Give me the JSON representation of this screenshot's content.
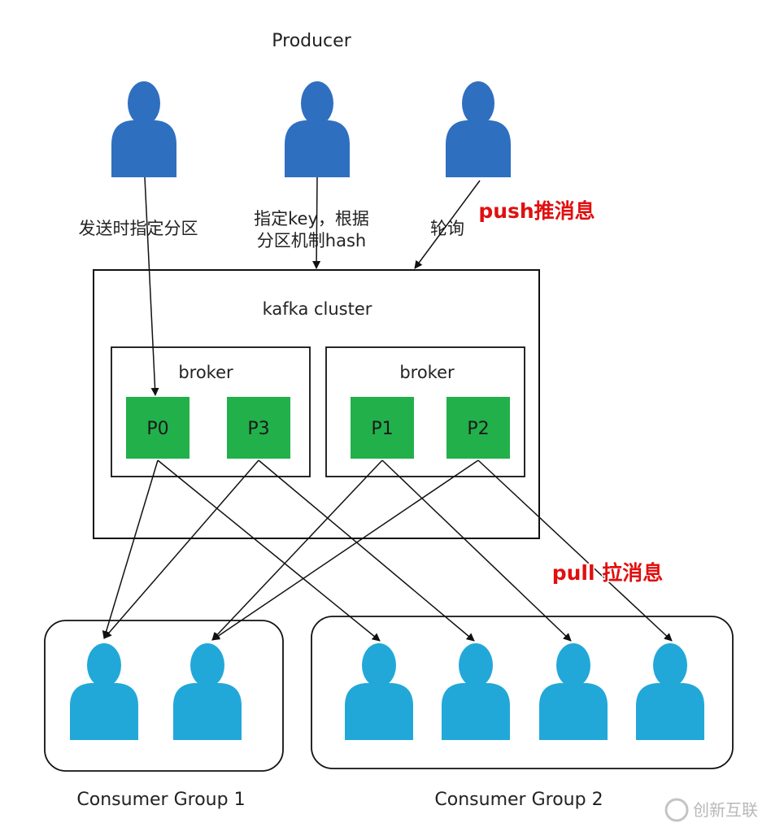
{
  "producer_label": "Producer",
  "annotations": {
    "route_specified": "发送时指定分区",
    "route_key_line1": "指定key，根据",
    "route_key_line2": "分区机制hash",
    "route_roundrobin": "轮询",
    "push": "push推消息",
    "pull": "pull 拉消息"
  },
  "cluster": {
    "label": "kafka cluster",
    "brokers": [
      {
        "label": "broker",
        "partitions": [
          "P0",
          "P3"
        ]
      },
      {
        "label": "broker",
        "partitions": [
          "P1",
          "P2"
        ]
      }
    ]
  },
  "consumer_groups": [
    {
      "label": "Consumer Group 1",
      "consumers": 2
    },
    {
      "label": "Consumer Group 2",
      "consumers": 4
    }
  ],
  "watermark": "创新互联",
  "colors": {
    "producer": "#2f6fc0",
    "consumer": "#22a8d8",
    "partition": "#22b04b",
    "annotation_red": "#e01010"
  }
}
